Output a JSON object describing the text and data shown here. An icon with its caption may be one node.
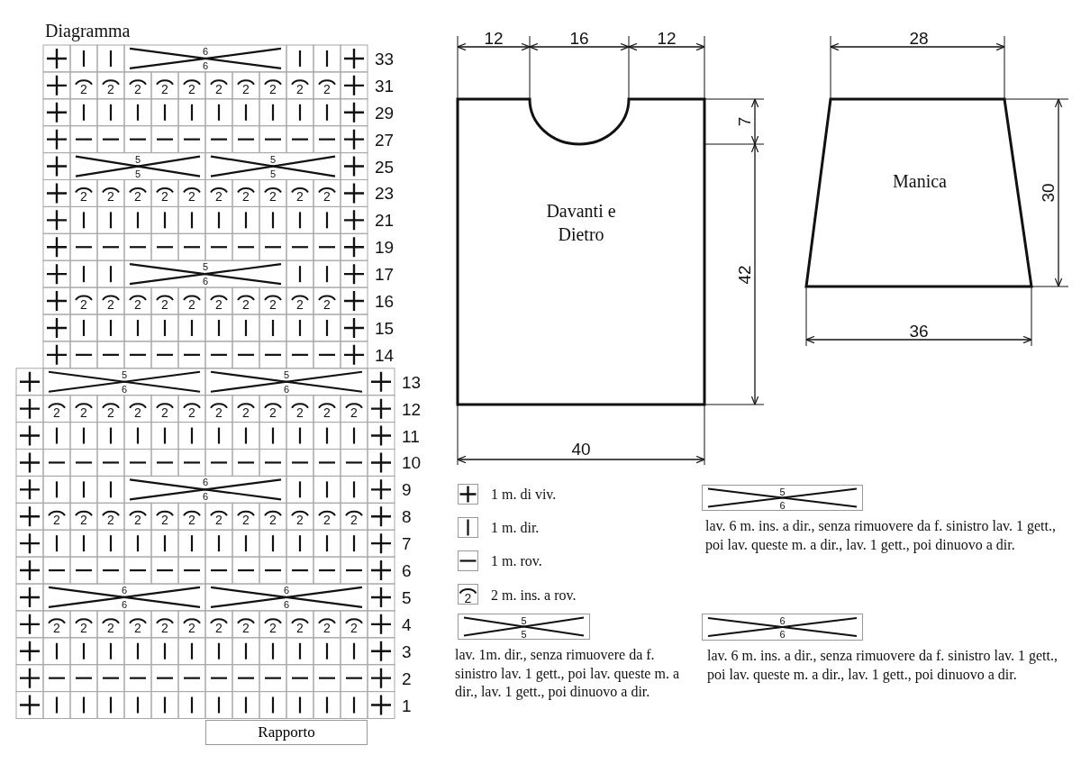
{
  "diagram": {
    "nodes": [
      {
        "text": [
          "Davanti e Dietro"
        ]
      },
      {
        "text": [
          "Manica"
        ]
      },
      {
        "text": [
          "Rapporto"
        ]
      }
    ],
    "labels": [
      "Diagramma",
      "6",
      "6",
      "33",
      "2",
      "2",
      "2",
      "2",
      "2",
      "2",
      "2",
      "2",
      "2",
      "2",
      "31",
      "29",
      "27",
      "5",
      "5",
      "5",
      "5",
      "25",
      "2",
      "2",
      "2",
      "2",
      "2",
      "2",
      "2",
      "2",
      "2",
      "2",
      "23",
      "21",
      "19",
      "5",
      "6",
      "17",
      "2",
      "2",
      "2",
      "2",
      "2",
      "2",
      "2",
      "2",
      "2",
      "2",
      "16",
      "15",
      "14",
      "5",
      "6",
      "5",
      "6",
      "13",
      "2",
      "2",
      "2",
      "2",
      "2",
      "2",
      "2",
      "2",
      "2",
      "2",
      "2",
      "2",
      "12",
      "11",
      "10",
      "6",
      "6",
      "9",
      "2",
      "2",
      "2",
      "2",
      "2",
      "2",
      "2",
      "2",
      "2",
      "2",
      "2",
      "2",
      "8",
      "7",
      "6",
      "6",
      "6",
      "6",
      "6",
      "5",
      "2",
      "2",
      "2",
      "2",
      "2",
      "2",
      "2",
      "2",
      "2",
      "2",
      "2",
      "2",
      "4",
      "3",
      "2",
      "1",
      "12",
      "16",
      "12",
      "28",
      "7",
      "30",
      "36",
      "42",
      "40",
      "2",
      "5",
      "5",
      "5",
      "6",
      "6",
      "6"
    ],
    "legend": [
      {
        "text": "1 m. di viv."
      },
      {
        "text": "1 m. dir."
      },
      {
        "text": "1 m. rov."
      },
      {
        "text": "2 m. ins. a rov."
      },
      {
        "text": "lav. 1m. dir., senza rimuovere da f. sinistro lav. 1 gett., poi lav. queste m. a dir., lav. 1 gett., poi dinuovo a dir."
      },
      {
        "text": "lav. 6 m. ins. a dir., senza rimuovere da f. sinistro lav. 1 gett., poi lav. queste m. a dir., lav. 1 gett., poi dinuovo a dir."
      },
      {
        "text": "lav. 6 m. ins. a dir., senza rimuovere da f. sinistro lav. 1 gett., poi lav. queste m. a dir., lav. 1 gett., poi dinuovo a dir."
      }
    ]
  }
}
